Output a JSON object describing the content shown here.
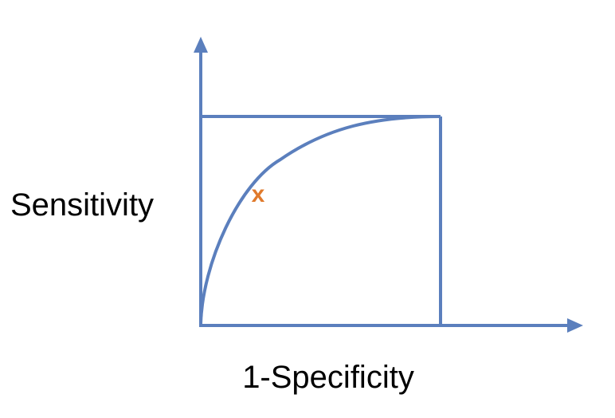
{
  "diagram": {
    "y_label": "Sensitivity",
    "x_label": "1-Specificity",
    "marker_symbol": "x",
    "colors": {
      "line": "#5b7fbd",
      "marker": "#e07a2c",
      "text": "#000000"
    }
  }
}
